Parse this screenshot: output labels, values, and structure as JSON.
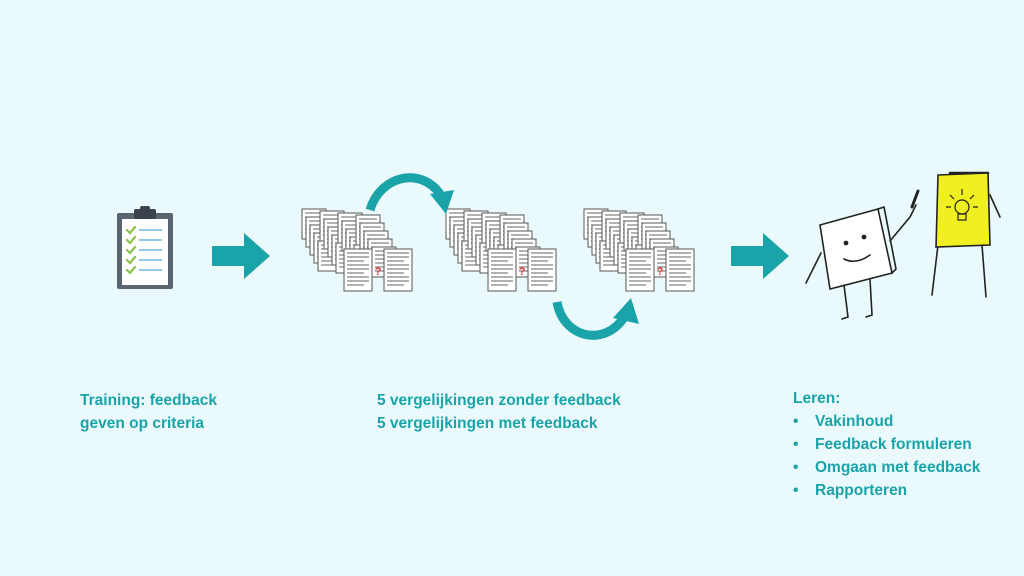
{
  "colors": {
    "background": "#eafafc",
    "accent": "#1aa3a8",
    "check": "#8bc34a",
    "flipchart": "#f0f020",
    "question": "#e53935"
  },
  "icons": {
    "clipboard": "clipboard-checklist-icon",
    "arrow": "right-arrow-icon",
    "documents": "document-stack-icon",
    "curved_arrow": "curved-arrow-icon",
    "characters": "notepad-character-flipchart-icon"
  },
  "document_marks": {
    "question": "?"
  },
  "steps": [
    {
      "lines": [
        "Training: feedback",
        "geven op criteria"
      ]
    },
    {
      "lines": [
        "5 vergelijkingen zonder feedback",
        "5 vergelijkingen met feedback"
      ]
    },
    {
      "heading": "Leren:",
      "bullets": [
        "Vakinhoud",
        "Feedback formuleren",
        "Omgaan met feedback",
        "Rapporteren"
      ]
    }
  ]
}
